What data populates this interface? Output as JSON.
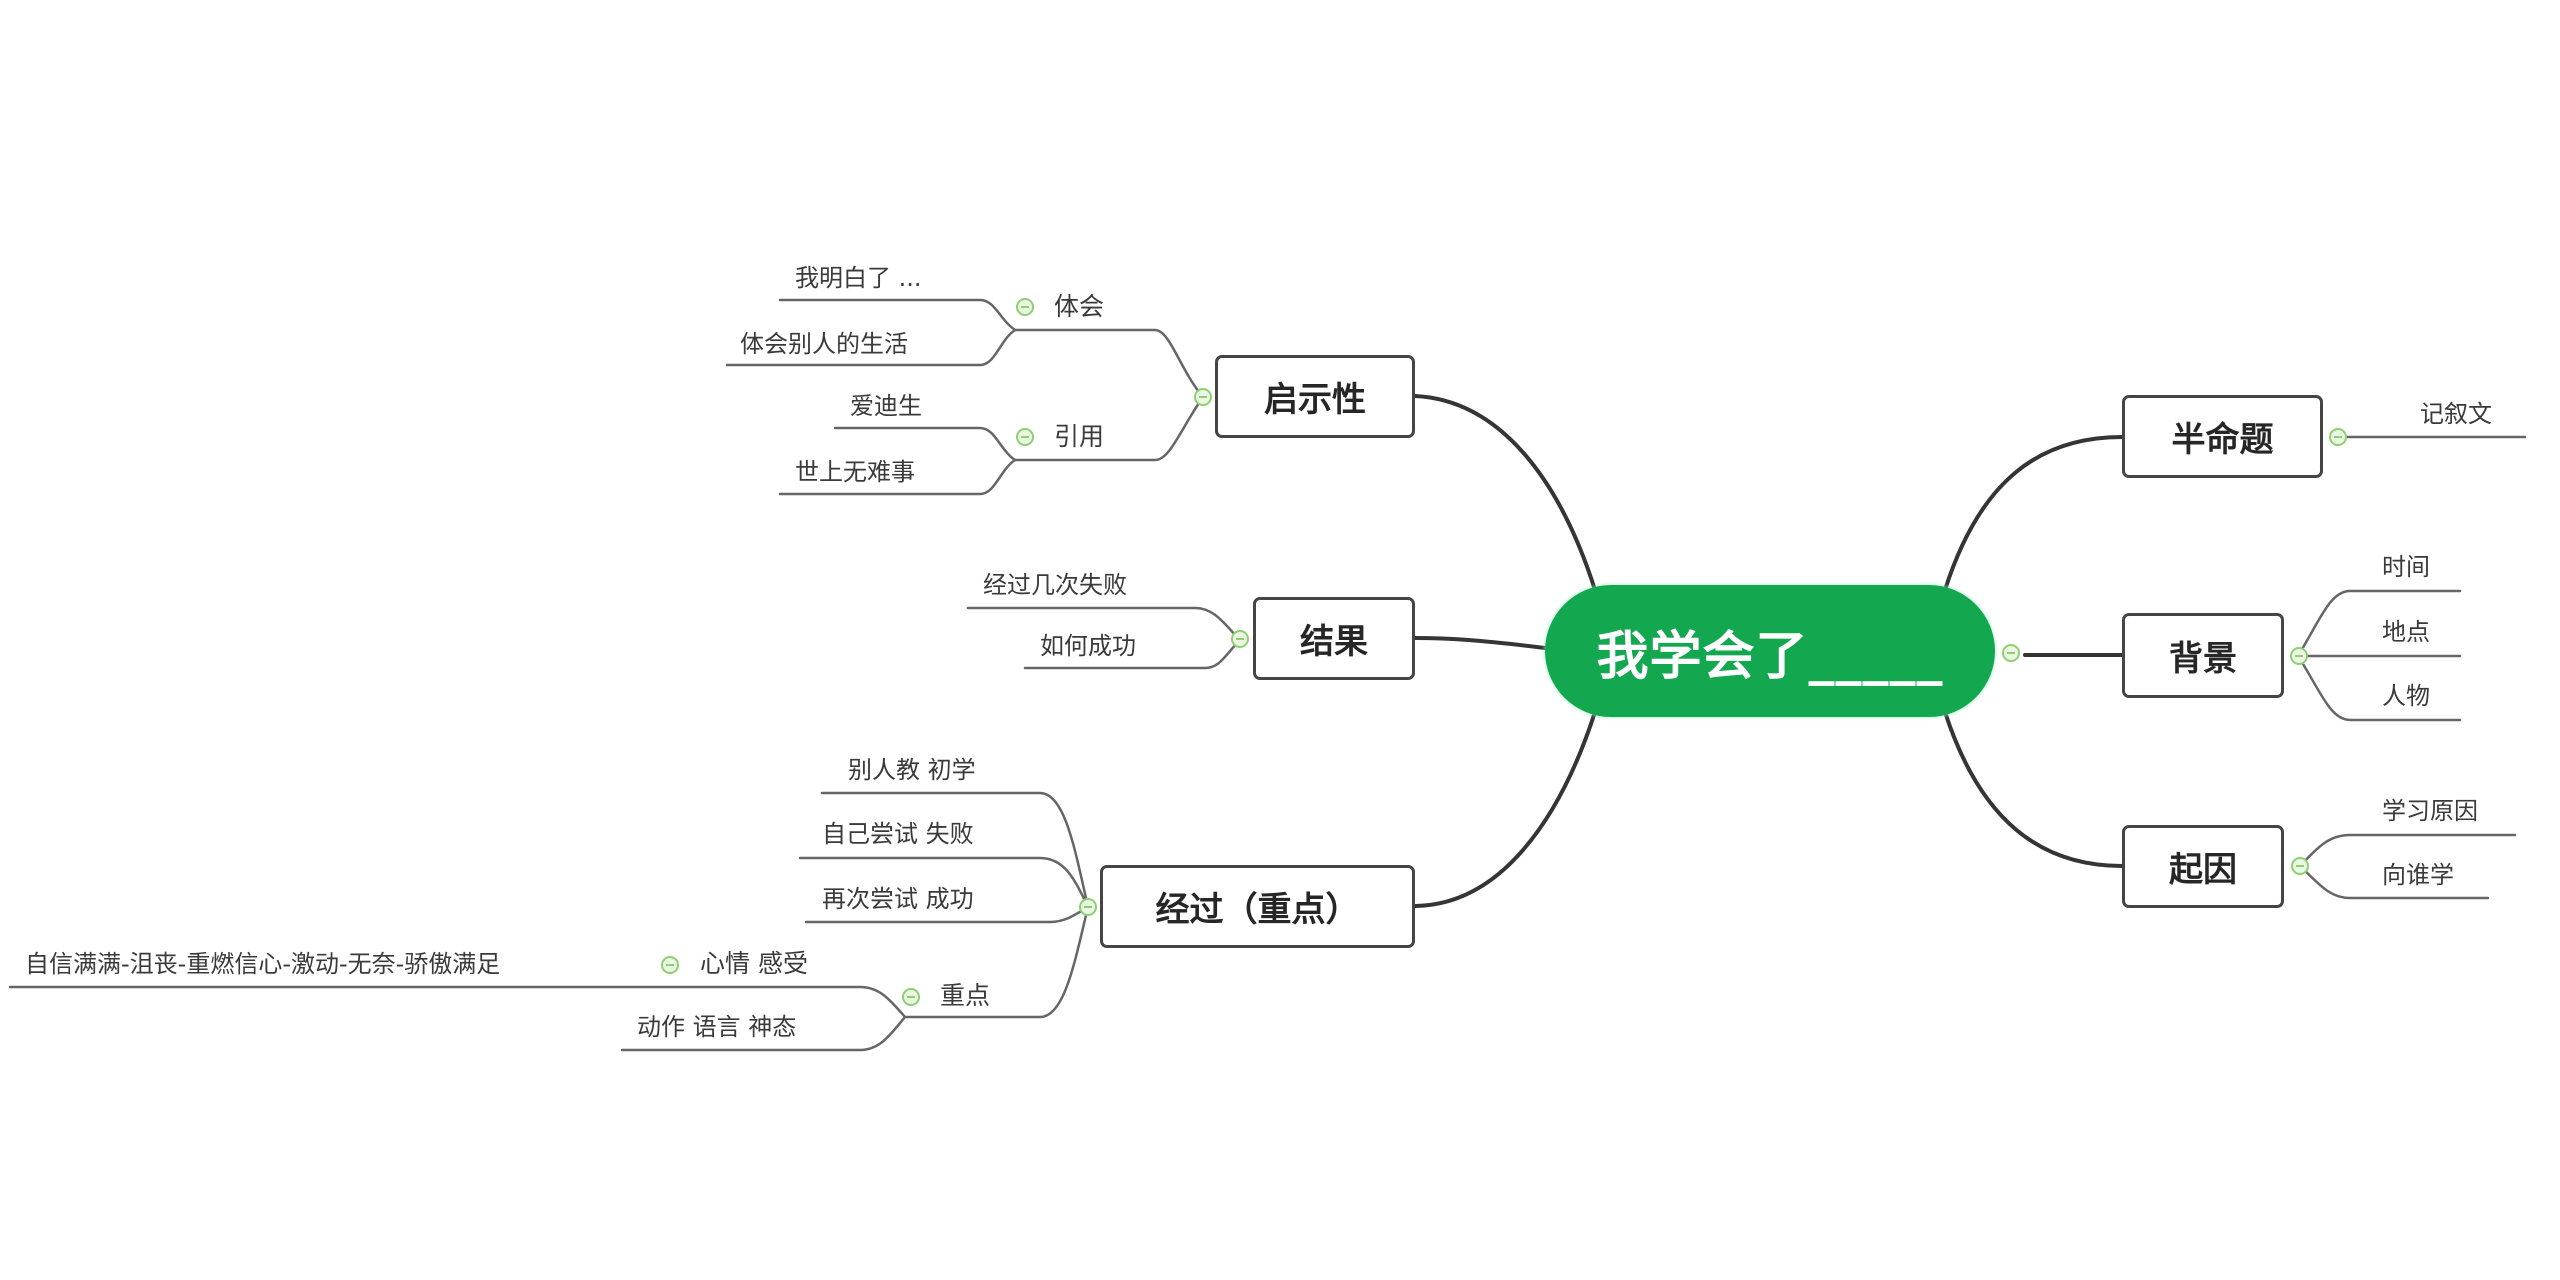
{
  "root": {
    "label": "我学会了_____",
    "color": "#13a84f"
  },
  "left": {
    "qishixing": {
      "label": "启示性",
      "groups": [
        {
          "label": "体会",
          "children": [
            "我明白了 ...",
            "体会别人的生活"
          ]
        },
        {
          "label": "引用",
          "children": [
            "爱迪生",
            "世上无难事"
          ]
        }
      ]
    },
    "jieguo": {
      "label": "结果",
      "children": [
        "经过几次失败",
        "如何成功"
      ]
    },
    "jingguo": {
      "label": "经过（重点）",
      "children": [
        "别人教 初学",
        "自己尝试 失败",
        "再次尝试 成功"
      ],
      "zhongdian": {
        "label": "重点",
        "xinqing": {
          "label": "心情 感受",
          "children": [
            "自信满满-沮丧-重燃信心-激动-无奈-骄傲满足"
          ]
        },
        "other": "动作 语言 神态"
      }
    }
  },
  "right": {
    "banmingti": {
      "label": "半命题",
      "children": [
        "记叙文"
      ]
    },
    "beijing": {
      "label": "背景",
      "children": [
        "时间",
        "地点",
        "人物"
      ]
    },
    "qiyin": {
      "label": "起因",
      "children": [
        "学习原因",
        "向谁学"
      ]
    }
  },
  "colors": {
    "line": "#3c3c3c",
    "thin_line": "#6a6a6a",
    "toggle": "#8fcf74"
  }
}
